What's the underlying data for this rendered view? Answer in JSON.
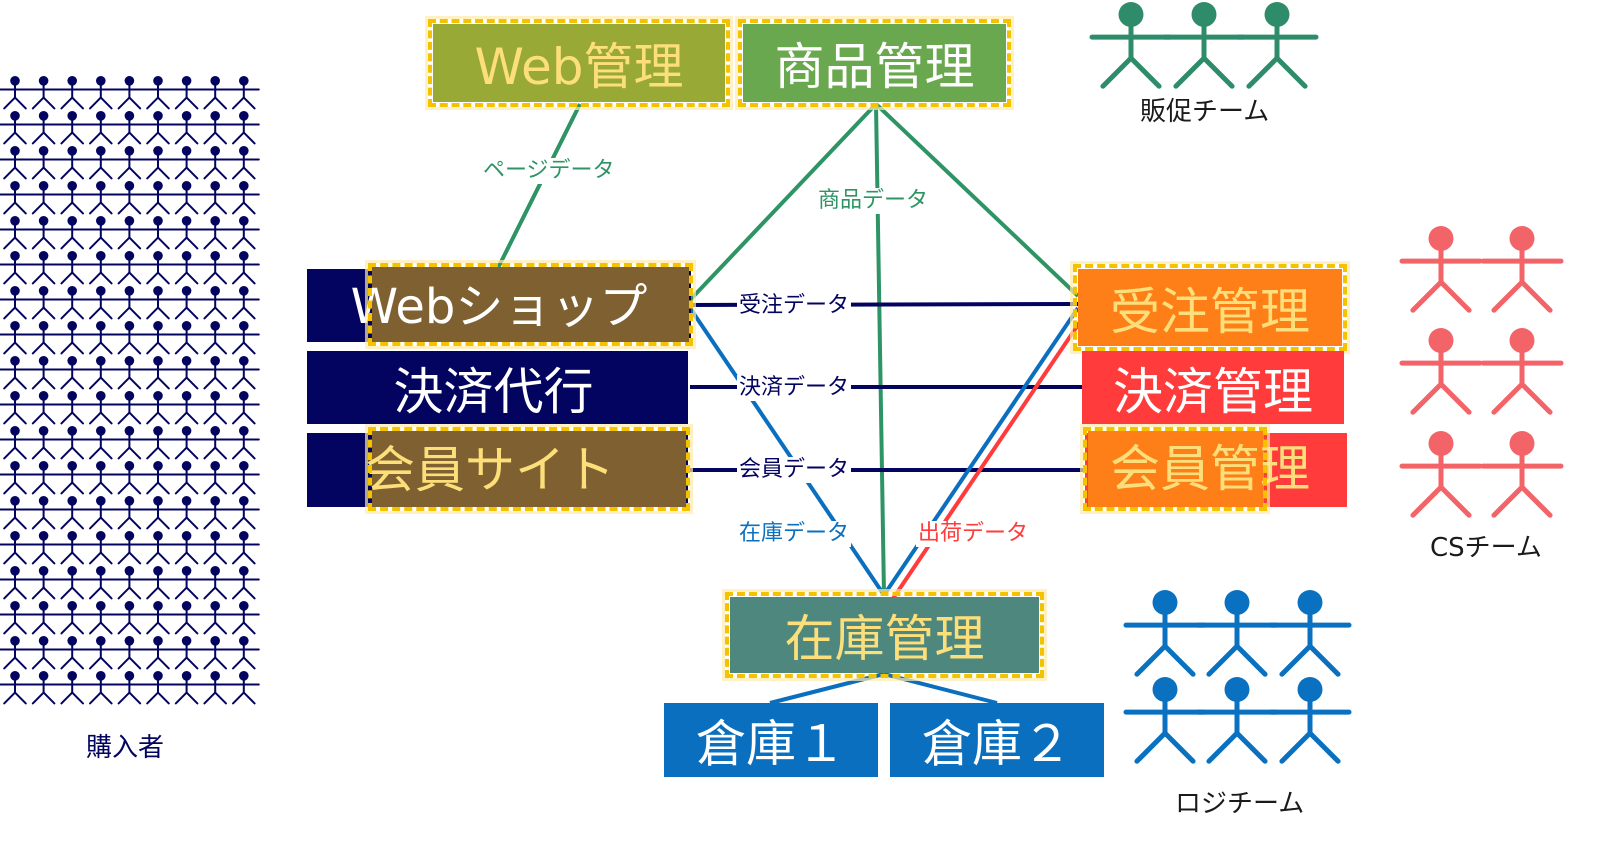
{
  "colors": {
    "navy": "#03045f",
    "olive": "#99a935",
    "green": "#6aa84f",
    "brown": "#7f6030",
    "orange": "#fe7f17",
    "red": "#ff3b3b",
    "teal": "#4e877e",
    "blue": "#0b6fbf",
    "edge_green": "#2e9464",
    "team_green": "#2e8c6a",
    "team_red": "#f36468",
    "team_blue": "#0a70c0",
    "highlight": "#f5c200",
    "yellow_text": "#fcdf7a"
  },
  "systems": {
    "web_admin": "Web管理",
    "product_admin": "商品管理",
    "webshop": "Webショップ",
    "payment_agency": "決済代行",
    "member_site": "会員サイト",
    "order_admin": "受注管理",
    "payment_admin": "決済管理",
    "member_admin": "会員管理",
    "inventory_admin": "在庫管理",
    "warehouse1": "倉庫１",
    "warehouse2": "倉庫２"
  },
  "edges": {
    "page_data": "ページデータ",
    "product_data": "商品データ",
    "order_data": "受注データ",
    "payment_data": "決済データ",
    "member_data": "会員データ",
    "inventory_data": "在庫データ",
    "shipping_data": "出荷データ"
  },
  "teams": {
    "buyers": "購入者",
    "promotion": "販促チーム",
    "cs": "CSチーム",
    "logistics": "ロジチーム"
  },
  "icons": {
    "person": "stick-figure-icon"
  }
}
